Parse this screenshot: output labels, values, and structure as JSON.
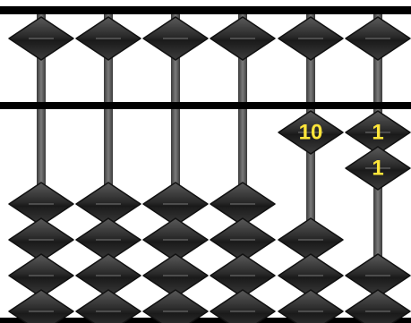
{
  "abacus": {
    "frame_color": "#000000",
    "rod_color": "#5a5a5a",
    "bead_color": "#262626",
    "label_color": "#ffe53a",
    "columns": [
      {
        "upper_active": false,
        "lower_active": 0,
        "labels": []
      },
      {
        "upper_active": false,
        "lower_active": 0,
        "labels": []
      },
      {
        "upper_active": false,
        "lower_active": 0,
        "labels": []
      },
      {
        "upper_active": false,
        "lower_active": 0,
        "labels": []
      },
      {
        "upper_active": false,
        "lower_active": 1,
        "labels": [
          "10"
        ]
      },
      {
        "upper_active": false,
        "lower_active": 2,
        "labels": [
          "1",
          "1"
        ]
      }
    ]
  }
}
